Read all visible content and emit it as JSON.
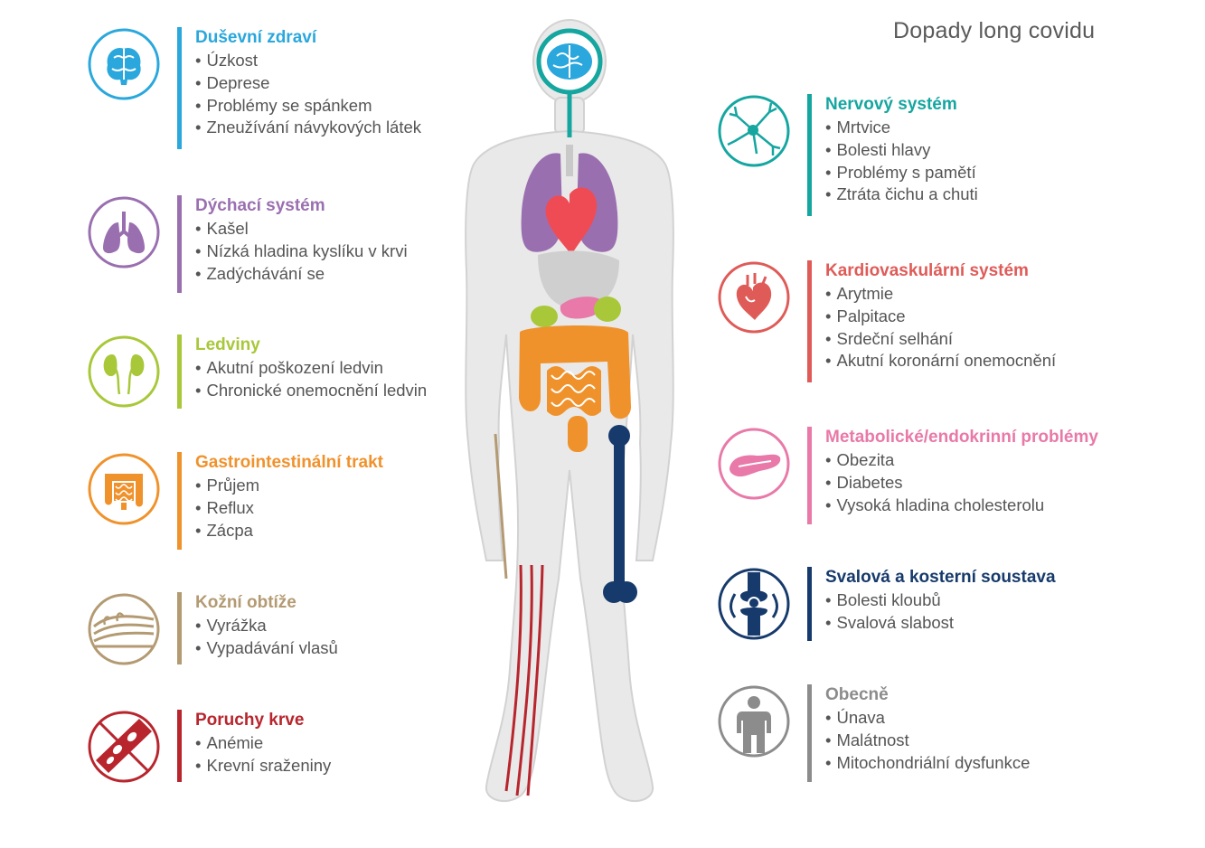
{
  "title": "Dopady long covidu",
  "colors": {
    "mental": "#2aa7dc",
    "respiratory": "#9a6fb0",
    "kidneys": "#a8c83a",
    "gi": "#f0922c",
    "skin": "#b39a72",
    "blood": "#b8252d",
    "nervous": "#15a6a0",
    "cardio": "#df5b58",
    "metabolic": "#e879a8",
    "musculo": "#163a6b",
    "general": "#8c8c8c"
  },
  "categories": [
    {
      "id": "mental",
      "heading": "Duševní zdraví",
      "icon": "brain-icon",
      "items": [
        "Úzkost",
        "Deprese",
        "Problémy se spánkem",
        "Zneužívání návykových látek"
      ]
    },
    {
      "id": "respiratory",
      "heading": "Dýchací systém",
      "icon": "lungs-icon",
      "items": [
        "Kašel",
        "Nízká hladina kyslíku v krvi",
        "Zadýchávání se"
      ]
    },
    {
      "id": "kidneys",
      "heading": "Ledviny",
      "icon": "kidneys-icon",
      "items": [
        "Akutní poškození ledvin",
        "Chronické onemocnění ledvin"
      ]
    },
    {
      "id": "gi",
      "heading": "Gastrointestinální trakt",
      "icon": "intestine-icon",
      "items": [
        "Průjem",
        "Reflux",
        "Zácpa"
      ]
    },
    {
      "id": "skin",
      "heading": "Kožní obtíže",
      "icon": "skin-icon",
      "items": [
        "Vyrážka",
        "Vypadávání vlasů"
      ]
    },
    {
      "id": "blood",
      "heading": "Poruchy krve",
      "icon": "blood-vessel-icon",
      "items": [
        "Anémie",
        "Krevní sraženiny"
      ]
    },
    {
      "id": "nervous",
      "heading": "Nervový systém",
      "icon": "neuron-icon",
      "items": [
        "Mrtvice",
        "Bolesti hlavy",
        "Problémy s pamětí",
        "Ztráta čichu a chuti"
      ]
    },
    {
      "id": "cardio",
      "heading": "Kardiovaskulární systém",
      "icon": "heart-icon",
      "items": [
        "Arytmie",
        "Palpitace",
        "Srdeční selhání",
        "Akutní koronární onemocnění"
      ]
    },
    {
      "id": "metabolic",
      "heading": "Metabolické/endokrinní problémy",
      "icon": "pancreas-icon",
      "items": [
        "Obezita",
        "Diabetes",
        "Vysoká hladina cholesterolu"
      ]
    },
    {
      "id": "musculo",
      "heading": "Svalová a kosterní soustava",
      "icon": "knee-joint-icon",
      "items": [
        "Bolesti kloubů",
        "Svalová slabost"
      ]
    },
    {
      "id": "general",
      "heading": "Obecně",
      "icon": "person-icon",
      "items": [
        "Únava",
        "Malátnost",
        "Mitochondriální dysfunkce"
      ]
    }
  ]
}
